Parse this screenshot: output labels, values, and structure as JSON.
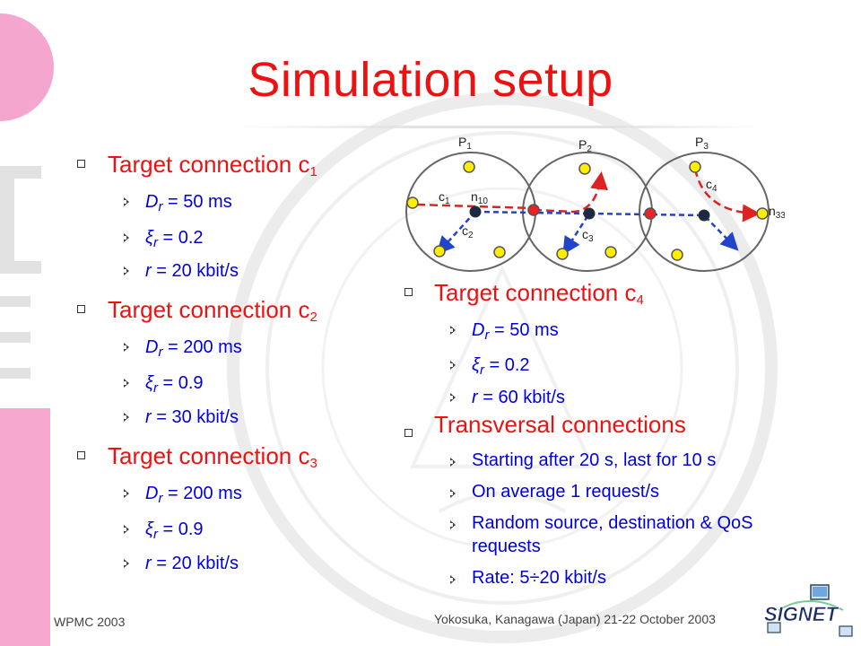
{
  "title": "Simulation setup",
  "left_column": [
    {
      "heading": "Target connection c",
      "heading_sub": "1",
      "items": [
        {
          "sym": "D",
          "sym_sub": "r",
          "text": " = 50  ms"
        },
        {
          "sym": "ξ",
          "sym_sub": "r",
          "text": "  = 0.2"
        },
        {
          "sym": "r",
          "sym_sub": "",
          "text": "  = 20 kbit/s"
        }
      ]
    },
    {
      "heading": "Target connection c",
      "heading_sub": "2",
      "items": [
        {
          "sym": "D",
          "sym_sub": "r",
          "text": " = 200  ms"
        },
        {
          "sym": "ξ",
          "sym_sub": "r",
          "text": "  = 0.9"
        },
        {
          "sym": "r",
          "sym_sub": "",
          "text": "  = 30 kbit/s"
        }
      ]
    },
    {
      "heading": "Target connection c",
      "heading_sub": "3",
      "items": [
        {
          "sym": "D",
          "sym_sub": "r",
          "text": " = 200  ms"
        },
        {
          "sym": "ξ",
          "sym_sub": "r",
          "text": "  = 0.9"
        },
        {
          "sym": "r",
          "sym_sub": "",
          "text": "  = 20 kbit/s"
        }
      ]
    }
  ],
  "right_column": [
    {
      "heading": "Target connection c",
      "heading_sub": "4",
      "items": [
        {
          "sym": "D",
          "sym_sub": "r",
          "text": " = 50  ms"
        },
        {
          "sym": "ξ",
          "sym_sub": "r",
          "text": "  = 0.2"
        },
        {
          "sym": "r",
          "sym_sub": "",
          "text": "  = 60 kbit/s"
        }
      ]
    },
    {
      "heading": "Transversal connections",
      "heading_sub": "",
      "items": [
        {
          "sym": "",
          "sym_sub": "",
          "text": "Starting after 20 s, last for 10 s"
        },
        {
          "sym": "",
          "sym_sub": "",
          "text": "On average 1 request/s"
        },
        {
          "sym": "",
          "sym_sub": "",
          "text": "Random source, destination & QoS"
        },
        {
          "sym": "",
          "sym_sub": "",
          "text": "requests",
          "continuation": true
        },
        {
          "sym": "",
          "sym_sub": "",
          "text": "Rate: 5÷20 kbit/s"
        }
      ]
    }
  ],
  "diagram": {
    "labels": {
      "p1": "P",
      "p1_sub": "1",
      "p2": "P",
      "p2_sub": "2",
      "p3": "P",
      "p3_sub": "3",
      "c1": "c",
      "c1_sub": "1",
      "c2": "c",
      "c2_sub": "2",
      "c3": "c",
      "c3_sub": "3",
      "c4": "c",
      "c4_sub": "4",
      "n10": "n",
      "n10_sub": "10",
      "n33": "n",
      "n33_sub": "33"
    },
    "colors": {
      "node": "#ffee00",
      "relay": "#ee2222",
      "central": "#1a2a44",
      "red_path": "#dd2222",
      "blue_path": "#2244cc"
    }
  },
  "footer": {
    "left": "WPMC 2003",
    "center": "Yokosuka, Kanagawa (Japan) 21-22 October 2003"
  },
  "logo": {
    "text": "SIGNET"
  },
  "colors": {
    "title": "#ee1111",
    "level1": "#ee1111",
    "level2": "#0000dd",
    "accent_pink": "#f4a6cf"
  }
}
